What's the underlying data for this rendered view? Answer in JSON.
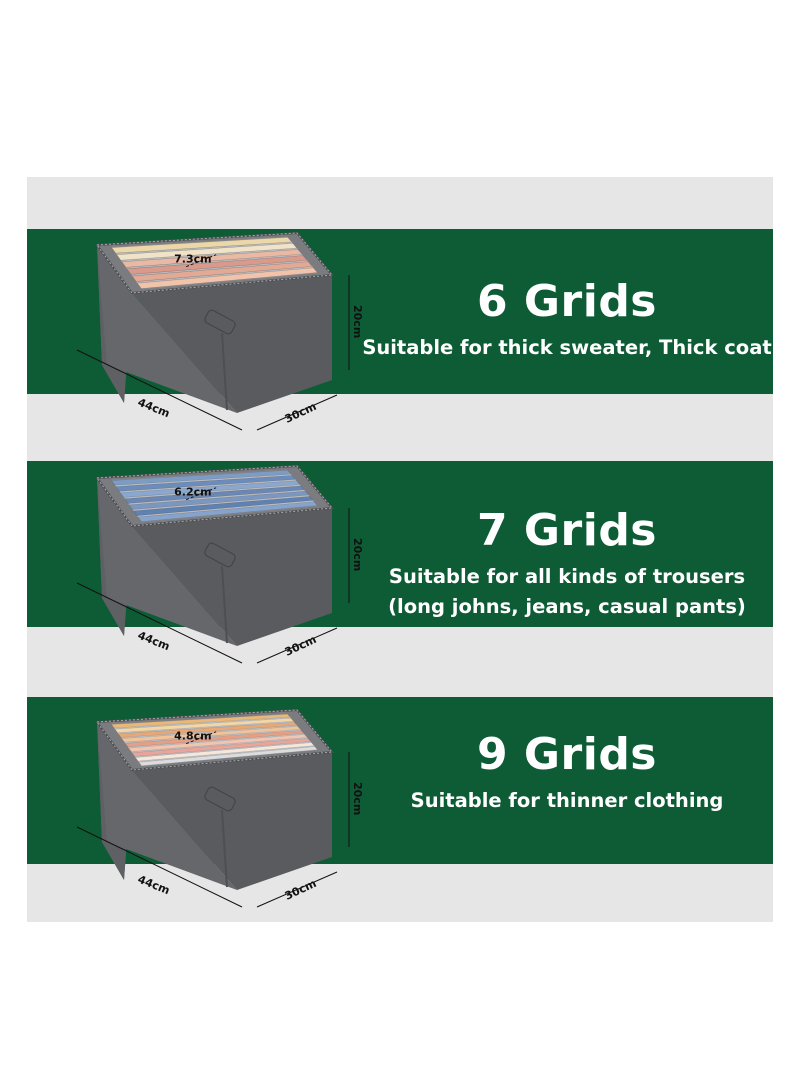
{
  "colors": {
    "band_green": "#0d5c35",
    "canvas_grey": "#e6e6e6",
    "box_grey": "#6e6f72",
    "text_white": "#ffffff"
  },
  "panels": [
    {
      "title": "6 Grids",
      "lines": [
        "Suitable for thick sweater, Thick coat"
      ],
      "dims": {
        "depth": "44cm",
        "width": "30cm",
        "height": "20cm",
        "slot": "7.3cm"
      },
      "contents": "sweaters",
      "slot_colors": [
        "#ecd7a8",
        "#f0e3c7",
        "#e9b9a3",
        "#d99a8c",
        "#e2a995",
        "#f0c3aa"
      ]
    },
    {
      "title": "7 Grids",
      "lines": [
        "Suitable for all kinds of trousers",
        "(long johns, jeans, casual pants)"
      ],
      "dims": {
        "depth": "44cm",
        "width": "30cm",
        "height": "20cm",
        "slot": "6.2cm"
      },
      "contents": "jeans",
      "slot_colors": [
        "#7d9cc4",
        "#6c8dbb",
        "#8aa8cf",
        "#6a88b3",
        "#7b97c0",
        "#5f82b2",
        "#86a3cb"
      ]
    },
    {
      "title": "9 Grids",
      "lines": [
        "Suitable for thinner clothing"
      ],
      "dims": {
        "depth": "44cm",
        "width": "30cm",
        "height": "20cm",
        "slot": "4.8cm"
      },
      "contents": "t-shirts",
      "slot_colors": [
        "#e8b77a",
        "#f2d6a6",
        "#e7a877",
        "#f0c39b",
        "#e59f84",
        "#f2c5b0",
        "#eaa59a",
        "#f6e7db",
        "#dcdcdc"
      ]
    }
  ]
}
